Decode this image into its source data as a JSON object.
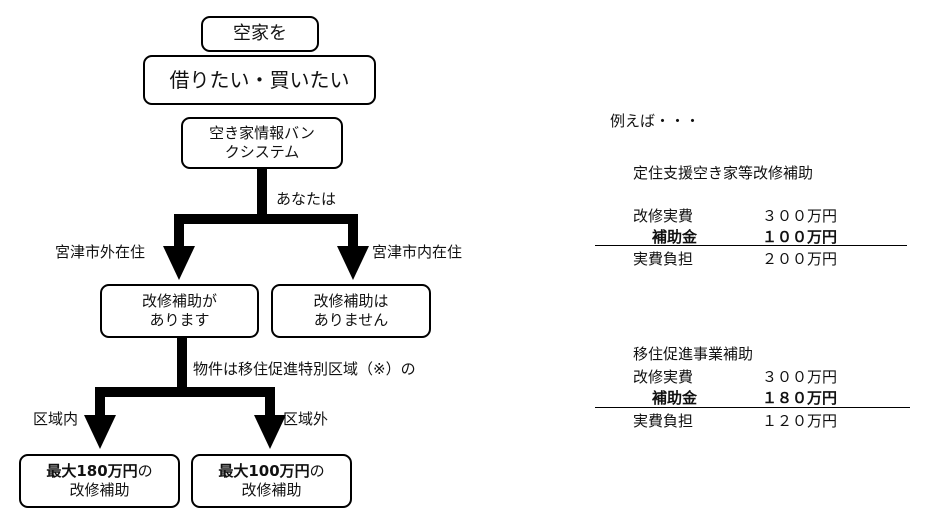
{
  "diagram": {
    "top_box_line1": "空家を",
    "top_box_line2": "借りたい・買いたい",
    "bank_line1": "空き家情報バン",
    "bank_line2": "クシステム",
    "anata": "あなたは",
    "outside_city": "宮津市外在住",
    "inside_city": "宮津市内在住",
    "has_subsidy_line1": "改修補助が",
    "has_subsidy_line2": "あります",
    "no_subsidy_line1": "改修補助は",
    "no_subsidy_line2": "ありません",
    "property_question": "物件は移住促進特別区域（※）の",
    "in_area": "区域内",
    "out_area": "区域外",
    "max180_bold": "最大180万円",
    "max180_suffix": "の",
    "max180_line2": "改修補助",
    "max100_bold": "最大100万円",
    "max100_suffix": "の",
    "max100_line2": "改修補助"
  },
  "example": {
    "heading": "例えば・・・",
    "subsidy1": {
      "title": "定住支援空き家等改修補助",
      "rows": [
        {
          "label": "改修実費",
          "value": "３００万円"
        },
        {
          "label": "補助金",
          "value": "１００万円"
        },
        {
          "label": "実費負担",
          "value": "２００万円"
        }
      ]
    },
    "subsidy2": {
      "title": "移住促進事業補助",
      "rows": [
        {
          "label": "改修実費",
          "value": "３００万円"
        },
        {
          "label": "補助金",
          "value": "１８０万円"
        },
        {
          "label": "実費負担",
          "value": "１２０万円"
        }
      ]
    }
  }
}
